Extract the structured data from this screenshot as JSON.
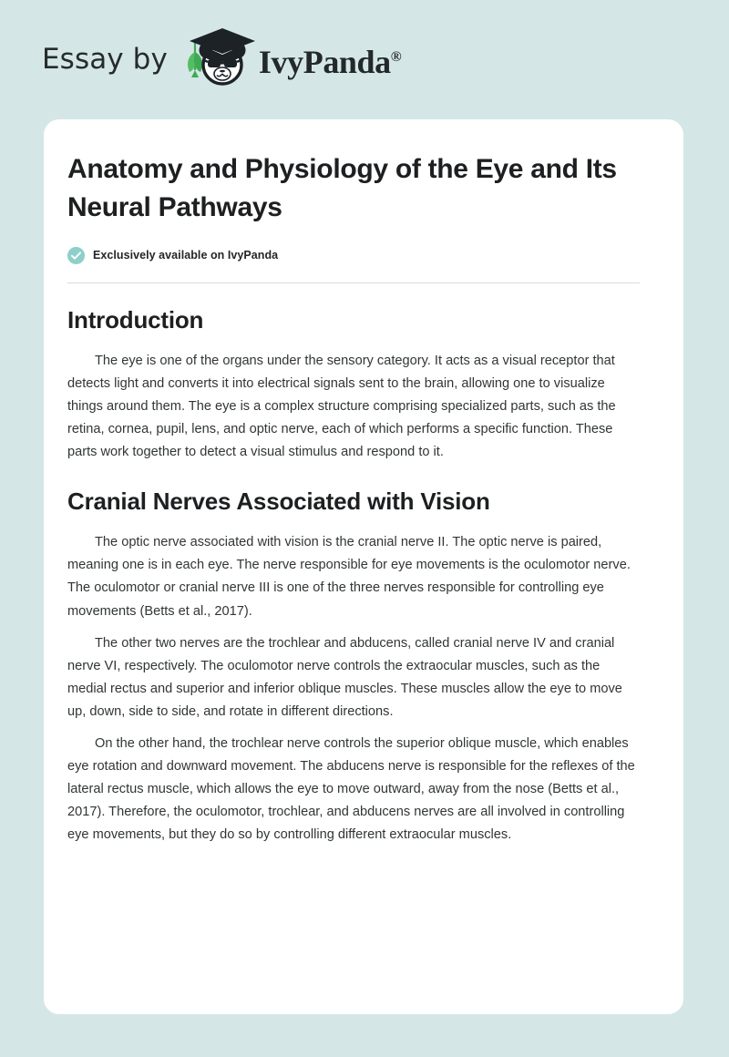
{
  "brand": {
    "prefix": "Essay by",
    "wordmark": "IvyPanda",
    "registered_mark": "®",
    "logo_icon": "panda-graduate-icon",
    "background_color": "#d4e7e6"
  },
  "document": {
    "title": "Anatomy and Physiology of the Eye and Its Neural Pathways",
    "exclusive_badge": {
      "icon": "check-circle-icon",
      "label": "Exclusively available on IvyPanda",
      "accent_color": "#8ecfc9"
    },
    "sections": [
      {
        "heading": "Introduction",
        "paragraphs": [
          "The eye is one of the organs under the sensory category. It acts as a visual receptor that detects light and converts it into electrical signals sent to the brain, allowing one to visualize things around them. The eye is a complex structure comprising specialized parts, such as the retina, cornea, pupil, lens, and optic nerve, each of which performs a specific function. These parts work together to detect a visual stimulus and respond to it."
        ]
      },
      {
        "heading": "Cranial Nerves Associated with Vision",
        "paragraphs": [
          "The optic nerve associated with vision is the cranial nerve II. The optic nerve is paired, meaning one is in each eye. The nerve responsible for eye movements is the oculomotor nerve. The oculomotor or cranial nerve III is one of the three nerves responsible for controlling eye movements (Betts et al., 2017).",
          "The other two nerves are the trochlear and abducens, called cranial nerve IV and cranial nerve VI, respectively. The oculomotor nerve controls the extraocular muscles, such as the medial rectus and superior and inferior oblique muscles. These muscles allow the eye to move up, down, side to side, and rotate in different directions.",
          "On the other hand, the trochlear nerve controls the superior oblique muscle, which enables eye rotation and downward movement. The abducens nerve is responsible for the reflexes of the lateral rectus muscle, which allows the eye to move outward, away from the nose (Betts et al., 2017). Therefore, the oculomotor, trochlear, and abducens nerves are all involved in controlling eye movements, but they do so by controlling different extraocular muscles."
        ]
      }
    ]
  }
}
